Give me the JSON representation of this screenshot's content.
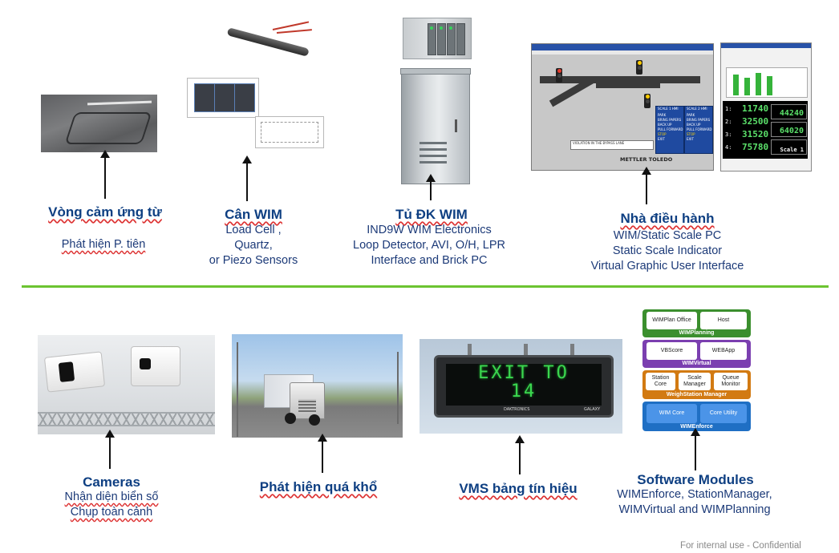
{
  "top": {
    "loop": {
      "title": "Vòng cảm ứng từ",
      "desc": "Phát hiện P. tiên"
    },
    "wim_scale": {
      "title": "Cân WIM",
      "lines": [
        "Load Cell ,",
        "Quartz,",
        "or Piezo Sensors"
      ]
    },
    "controller": {
      "title": "Tủ ĐK WIM",
      "lines": [
        "IND9W WIM Electronics",
        "Loop Detector, AVI, O/H, LPR",
        "Interface and Brick PC"
      ]
    },
    "operator": {
      "title": "Nhà điều hành",
      "lines": [
        "WIM/Static Scale PC",
        "Static Scale Indicator",
        "Virtual Graphic User Interface"
      ]
    }
  },
  "bottom": {
    "cameras": {
      "title": "Cameras",
      "lines": [
        "Nhận diện biển số",
        "Chụp toàn cảnh"
      ]
    },
    "overheight": {
      "title": "Phát hiện quá khổ"
    },
    "vms": {
      "title": "VMS bảng tín hiệu"
    },
    "software": {
      "title": "Software Modules",
      "lines": [
        "WIMEnforce, StationManager,",
        "WIMVirtual and WIMPlanning"
      ]
    }
  },
  "vms_sign": {
    "line1": "EXIT TO",
    "line2": "14",
    "brand_left": "DAKTRONICS",
    "brand_right": "GALAXY"
  },
  "hmi": {
    "brand": "METTLER TOLEDO",
    "status_text": "VIOLATION IN THE BYPASS LANE",
    "scale1_label": "SCALE 1 HMI",
    "scale2_label": "SCALE 2 HMI",
    "panel_items": [
      "PARK",
      "BRING PAPERS",
      "BACK UP",
      "PULL FORWARD",
      "STOP",
      "EXIT"
    ]
  },
  "indicator": {
    "rows": [
      {
        "num": "1:",
        "value": "11740"
      },
      {
        "num": "2:",
        "value": "32500"
      },
      {
        "num": "3:",
        "value": "31520"
      },
      {
        "num": "4:",
        "value": "75780"
      }
    ],
    "box1": "44240",
    "box2": "64020",
    "scale_label": "Scale 1"
  },
  "software_stack": {
    "planning": {
      "label": "WIMPlanning",
      "boxes": [
        "WIMPlan Office",
        "Host"
      ],
      "color": "#3b8f2e"
    },
    "virtual": {
      "label": "WIMVirtual",
      "boxes": [
        "VBScore",
        "WEBApp"
      ],
      "color": "#7b3fb0"
    },
    "station": {
      "label": "WeighStation Manager",
      "boxes": [
        "Station Core",
        "Scale Manager",
        "Queue Monitor"
      ],
      "color": "#d27a12"
    },
    "enforce": {
      "label": "WIMEnforce",
      "boxes": [
        "WIM Core",
        "Core Utility"
      ],
      "color": "#1f6fc4"
    }
  },
  "footer": "For internal use - Confidential",
  "colors": {
    "title": "#0e3f82",
    "divider": "#6cc431",
    "arrow": "#111111"
  }
}
